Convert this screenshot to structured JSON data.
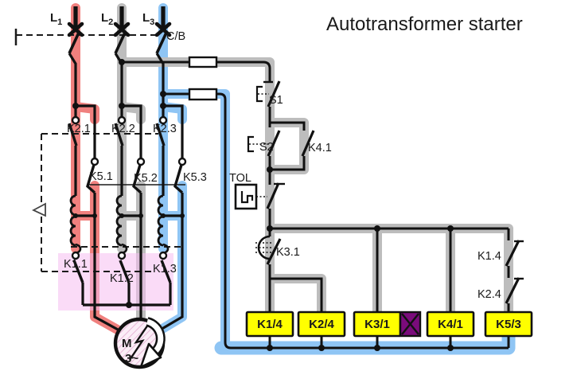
{
  "title": "Autotransformer starter",
  "colors": {
    "phase_l1": "#F0807E",
    "phase_l2": "#BDBDBD",
    "phase_l3": "#8FC5F4",
    "coil_box": "#FFFF00",
    "timer_box": "#7A0B7B",
    "highlight_pink": "#F6BEF0",
    "wire": "#111111"
  },
  "supply": {
    "l1": {
      "base": "L",
      "sub": "1"
    },
    "l2": {
      "base": "L",
      "sub": "2"
    },
    "l3": {
      "base": "L",
      "sub": "3"
    },
    "breaker": "C/B"
  },
  "main_contacts": {
    "k2_1": "K2.1",
    "k2_2": "K2.2",
    "k2_3": "K2.3",
    "k5_1": "K5.1",
    "k5_2": "K5.2",
    "k5_3": "K5.3",
    "k1_1": "K1.1",
    "k1_2": "K1.2",
    "k1_3": "K1.3"
  },
  "control": {
    "s1": "S1",
    "s2": "S2",
    "k4_1": "K4.1",
    "tol": "TOL",
    "k3_1": "K3.1",
    "k1_4": "K1.4",
    "k2_4": "K2.4"
  },
  "motor": {
    "designation": "M",
    "system": "3~"
  },
  "coils": [
    {
      "label": "K1/4"
    },
    {
      "label": "K2/4"
    },
    {
      "label": "K3/1"
    },
    {
      "label": "K4/1"
    },
    {
      "label": "K5/3"
    }
  ]
}
